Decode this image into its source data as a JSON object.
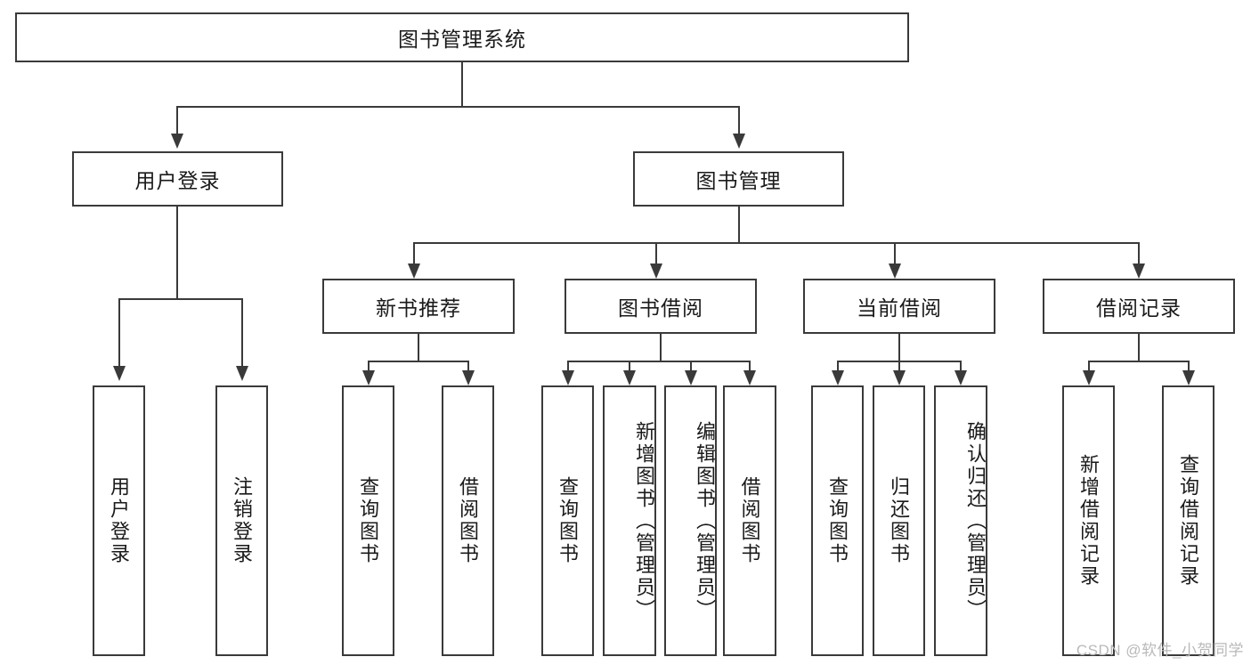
{
  "diagram": {
    "title": "图书管理系统",
    "watermark": "CSDN @软件_小贺同学",
    "colors": {
      "stroke": "#3a3a3a",
      "fill": "#ffffff",
      "text": "#1a1a1a",
      "watermark": "#b9b9b9"
    },
    "nodes": {
      "root": {
        "label": "图书管理系统"
      },
      "level2": [
        {
          "id": "user-login",
          "label": "用户登录"
        },
        {
          "id": "book-manage",
          "label": "图书管理"
        }
      ],
      "level3": [
        {
          "id": "new-book-recommend",
          "label": "新书推荐"
        },
        {
          "id": "book-borrow",
          "label": "图书借阅"
        },
        {
          "id": "current-borrow",
          "label": "当前借阅"
        },
        {
          "id": "borrow-record",
          "label": "借阅记录"
        }
      ],
      "leaves": {
        "user-login": [
          {
            "id": "leaf-user-login",
            "label": "用户登录"
          },
          {
            "id": "leaf-logout-login",
            "label": "注销登录"
          }
        ],
        "new-book-recommend": [
          {
            "id": "leaf-query-book-1",
            "label": "查询图书"
          },
          {
            "id": "leaf-borrow-book-1",
            "label": "借阅图书"
          }
        ],
        "book-borrow": [
          {
            "id": "leaf-query-book-2",
            "label": "查询图书"
          },
          {
            "id": "leaf-add-book-admin",
            "label": "新增图书（管理员）"
          },
          {
            "id": "leaf-edit-book-admin",
            "label": "编辑图书（管理员）"
          },
          {
            "id": "leaf-borrow-book-2",
            "label": "借阅图书"
          }
        ],
        "current-borrow": [
          {
            "id": "leaf-query-book-3",
            "label": "查询图书"
          },
          {
            "id": "leaf-return-book",
            "label": "归还图书"
          },
          {
            "id": "leaf-confirm-return-admin",
            "label": "确认归还（管理员）"
          }
        ],
        "borrow-record": [
          {
            "id": "leaf-add-borrow-record",
            "label": "新增借阅记录"
          },
          {
            "id": "leaf-query-borrow-record",
            "label": "查询借阅记录"
          }
        ]
      }
    }
  }
}
